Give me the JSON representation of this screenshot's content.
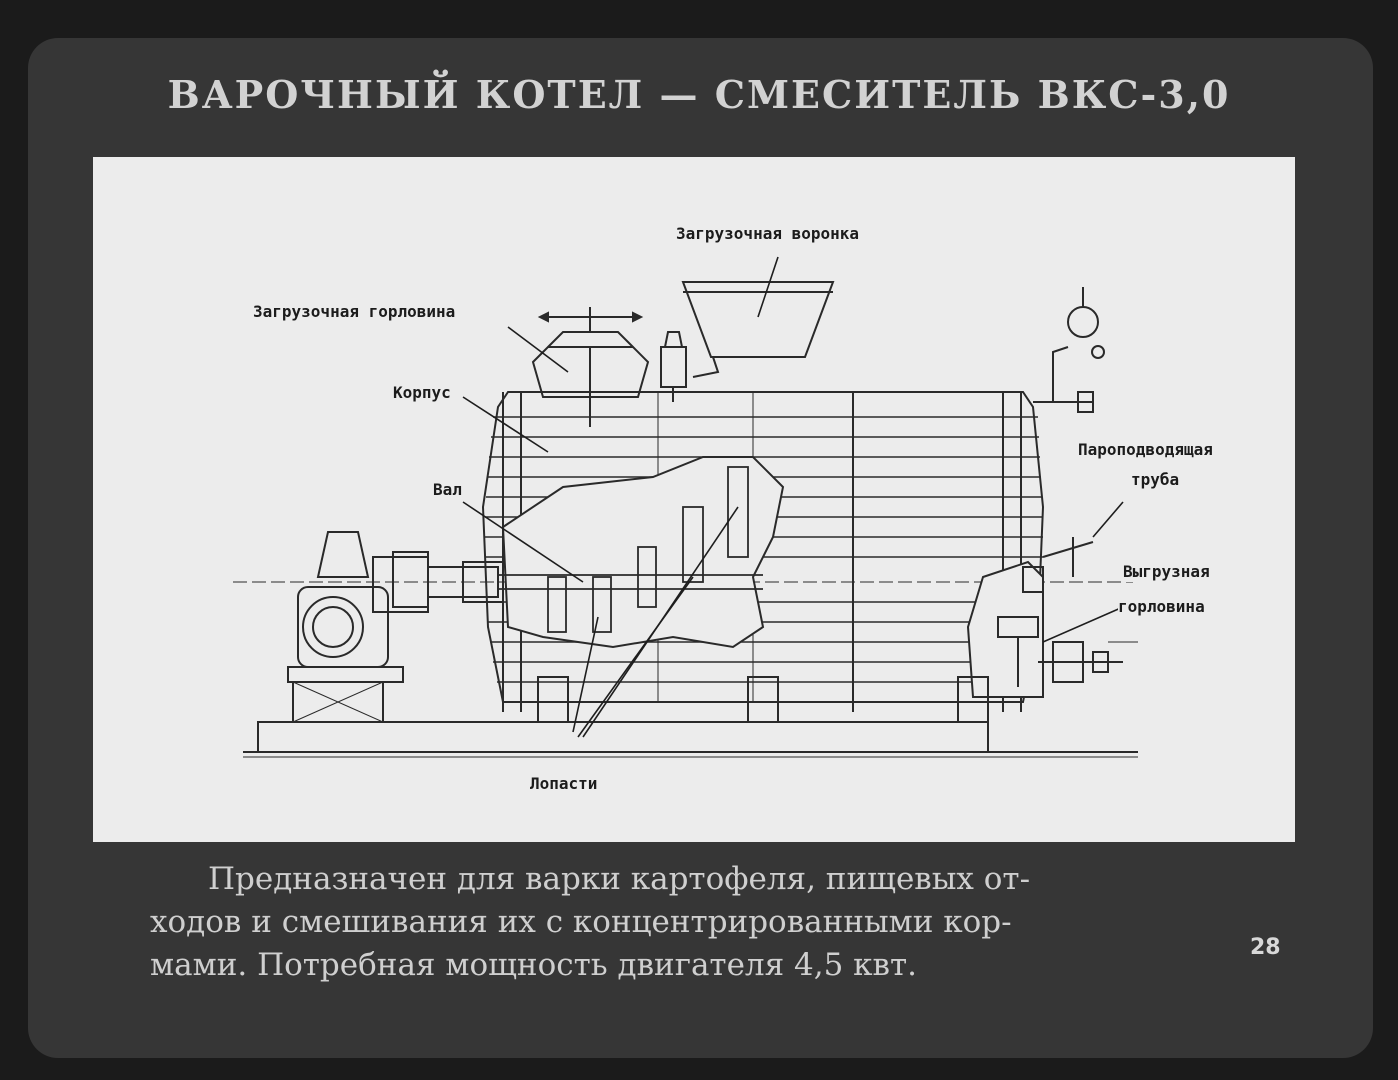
{
  "title": "ВАРОЧНЫЙ КОТЕЛ — СМЕСИТЕЛЬ ВКС-3,0",
  "labels": {
    "funnel": "Загрузочная воронка",
    "neck": "Загрузочная горловина",
    "body": "Корпус",
    "shaft": "Вал",
    "steam_pipe_line1": "Пароподводящая",
    "steam_pipe_line2": "труба",
    "outlet_line1": "Выгрузная",
    "outlet_line2": "горловина",
    "blades": "Лопасти"
  },
  "caption": {
    "line1": "Предназначен для варки картофеля, пищевых от-",
    "line2": "ходов и смешивания их с концентрированными кор-",
    "line3": "мами. Потребная мощность двигателя 4,5 квт."
  },
  "page_number": "28",
  "colors": {
    "background": "#1b1b1b",
    "frame": "#363636",
    "panel": "#ececec",
    "ink": "#1c1c1c"
  }
}
